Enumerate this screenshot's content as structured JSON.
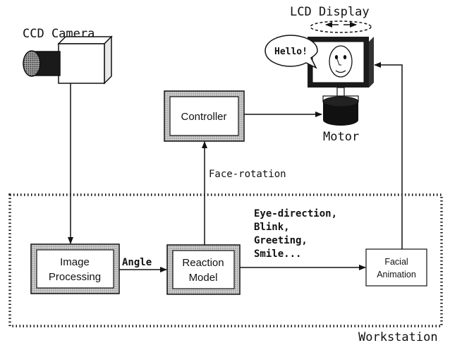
{
  "labels": {
    "ccd_camera": "CCD Camera",
    "lcd_display": "LCD Display",
    "speech": "Hello!",
    "motor": "Motor",
    "controller": "Controller",
    "face_rotation": "Face-rotation",
    "image_processing_line1": "Image",
    "image_processing_line2": "Processing",
    "angle": "Angle",
    "reaction_line1": "Reaction",
    "reaction_line2": "Model",
    "outputs_line1": "Eye-direction,",
    "outputs_line2": "Blink,",
    "outputs_line3": "Greeting,",
    "outputs_line4": "Smile...",
    "facial_line1": "Facial",
    "facial_line2": "Animation",
    "workstation": "Workstation"
  }
}
